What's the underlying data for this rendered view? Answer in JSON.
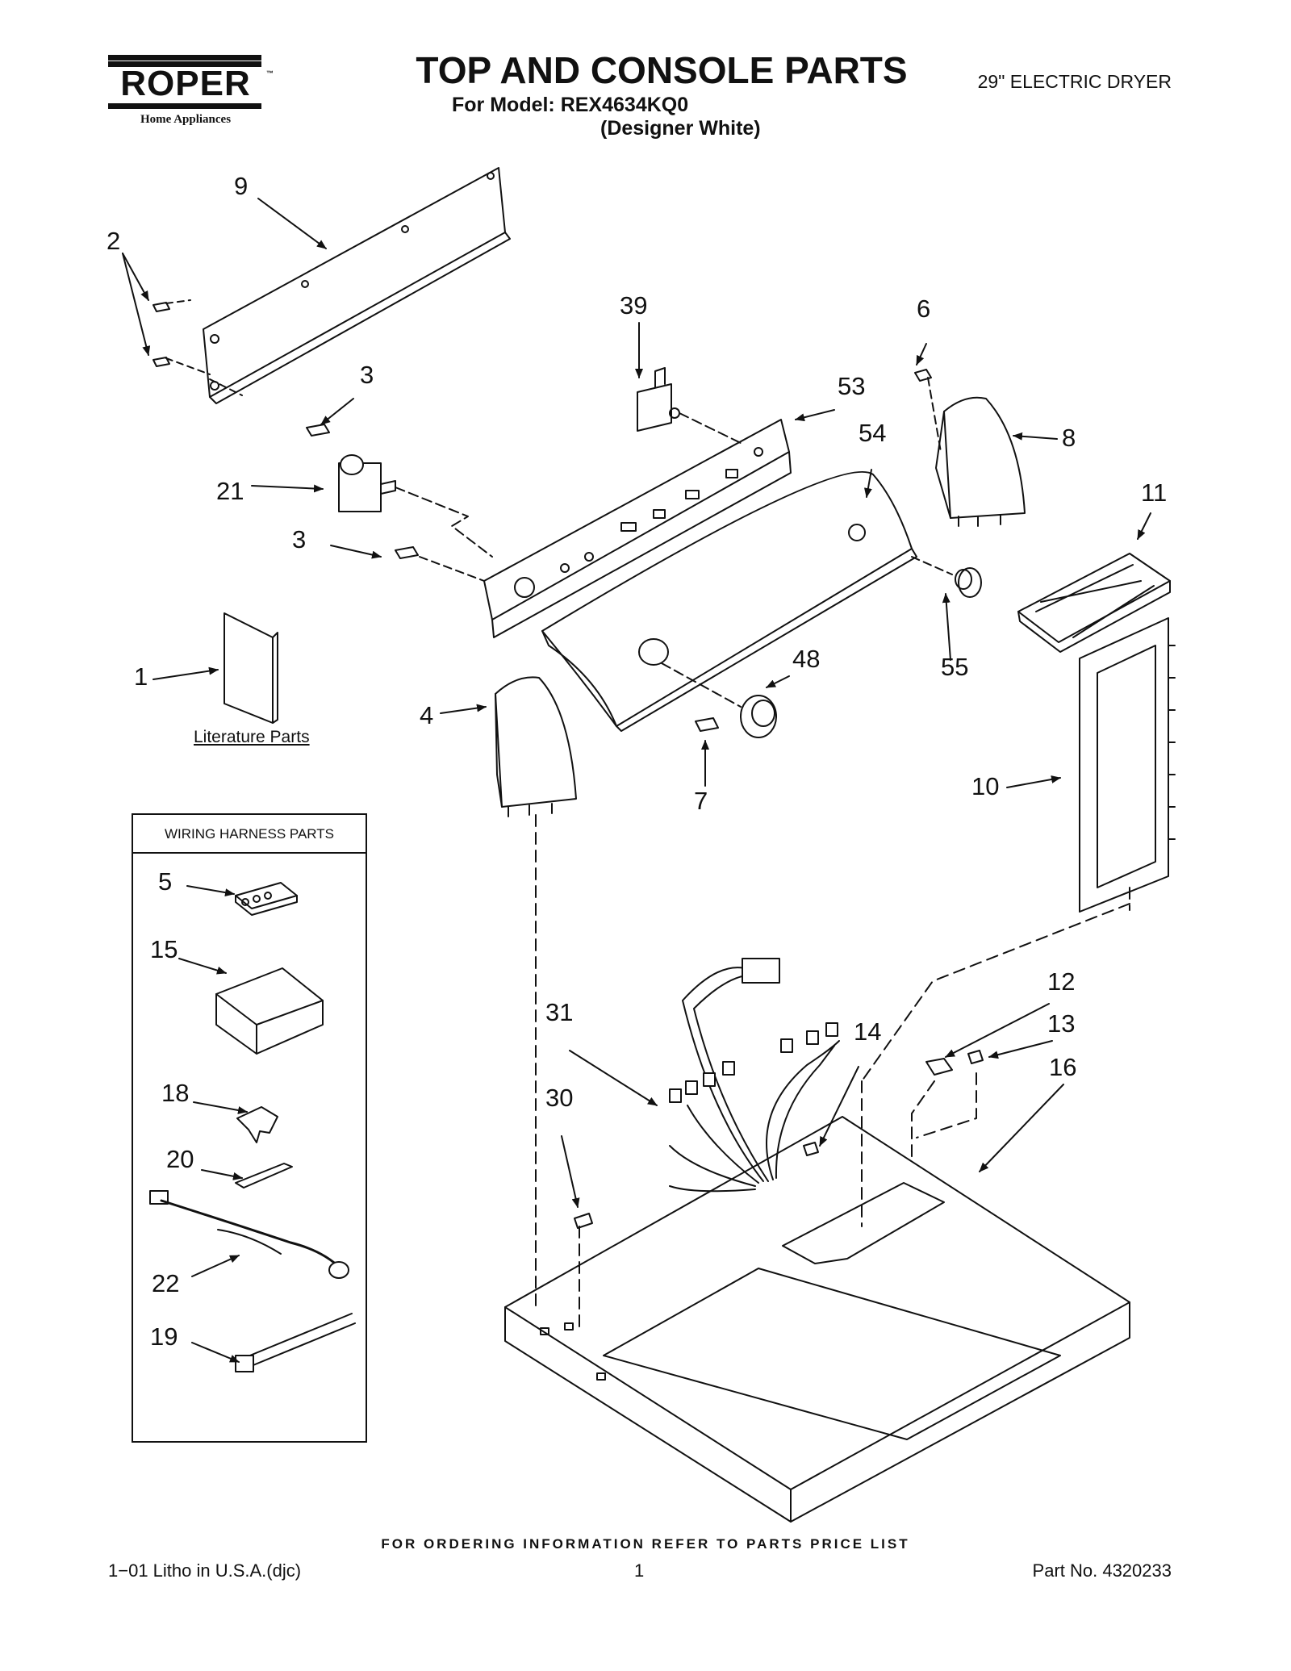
{
  "header": {
    "brand": "ROPER",
    "brand_tm": "™",
    "brand_sub": "Home Appliances",
    "title": "TOP AND CONSOLE PARTS",
    "model_line": "For Model: REX4634KQ0",
    "color_line": "(Designer White)",
    "product": "29\" ELECTRIC DRYER"
  },
  "labels": {
    "literature": "Literature Parts",
    "harness_title": "WIRING HARNESS PARTS"
  },
  "callouts": {
    "c1": "1",
    "c2": "2",
    "c3a": "3",
    "c3b": "3",
    "c4": "4",
    "c5": "5",
    "c6": "6",
    "c7": "7",
    "c8": "8",
    "c9": "9",
    "c10": "10",
    "c11": "11",
    "c12": "12",
    "c13": "13",
    "c14": "14",
    "c15": "15",
    "c16": "16",
    "c18": "18",
    "c19": "19",
    "c20": "20",
    "c21": "21",
    "c22": "22",
    "c30": "30",
    "c31": "31",
    "c39": "39",
    "c48": "48",
    "c53": "53",
    "c54": "54",
    "c55": "55"
  },
  "footer": {
    "note": "FOR ORDERING INFORMATION REFER TO PARTS PRICE LIST",
    "left": "1−01 Litho in U.S.A.(djc)",
    "page": "1",
    "part_no": "Part No. 4320233"
  }
}
